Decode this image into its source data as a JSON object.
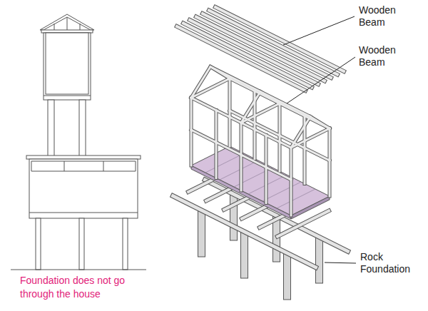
{
  "diagram": {
    "labels": [
      "Wooden Beam",
      "Wooden Beam",
      "Rock Foundation",
      "Foundation does not go through the house"
    ]
  }
}
